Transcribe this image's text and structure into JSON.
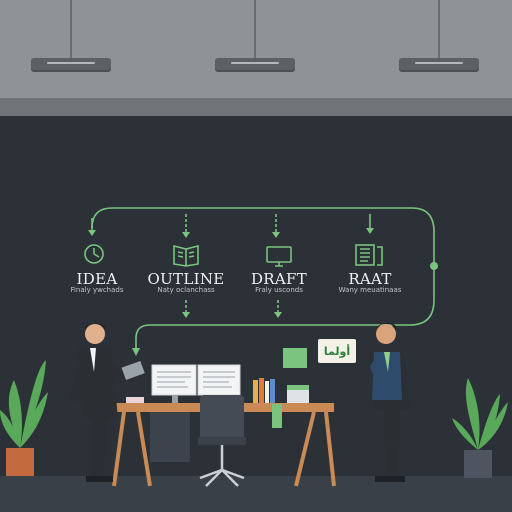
{
  "wall_stages": [
    {
      "label": "IDEA",
      "sublabel": "Finaly ywchads",
      "icon": "clock-icon"
    },
    {
      "label": "OUTLINE",
      "sublabel": "Naty oclanchass",
      "icon": "book-icon"
    },
    {
      "label": "DRAFT",
      "sublabel": "Fraly usconds",
      "icon": "monitor-icon"
    },
    {
      "label": "RAAT",
      "sublabel": "Wany meuatinaas",
      "icon": "document-stack-icon"
    }
  ],
  "wall_sign": {
    "text": "أولما"
  },
  "colors": {
    "accent_green": "#7bc47f",
    "wall": "#2b3137",
    "ceiling": "#8e9398"
  }
}
